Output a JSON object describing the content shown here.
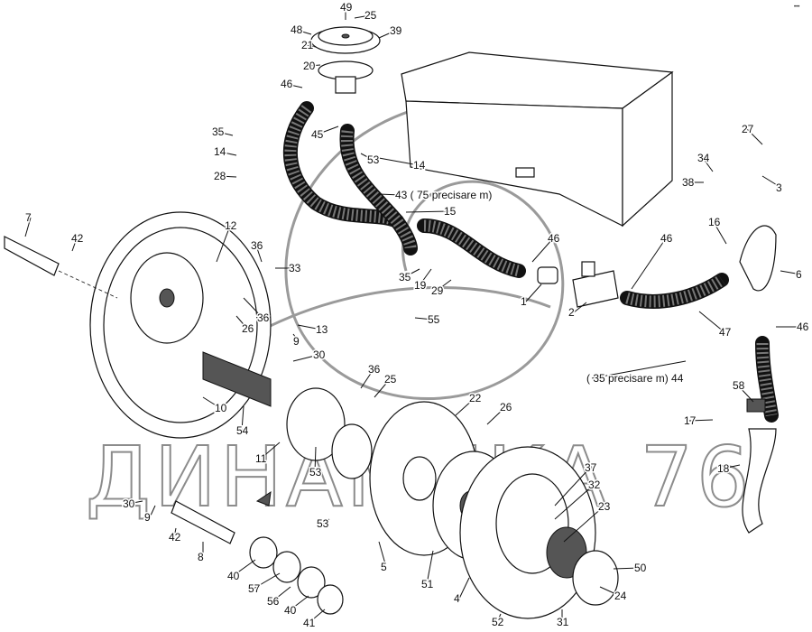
{
  "watermark": "ДИНАМИКА 76",
  "corner_mark": "•••",
  "callouts": [
    "49",
    "25",
    "39",
    "48",
    "21",
    "20",
    "46",
    "35",
    "45",
    "14",
    "53",
    "14",
    "28",
    "27",
    "34",
    "38",
    "3",
    "43 (  75 precisare m)",
    "15",
    "16",
    "7",
    "12",
    "42",
    "36",
    "33",
    "46",
    "46",
    "6",
    "35",
    "19",
    "29",
    "1",
    "2",
    "26",
    "36",
    "13",
    "9",
    "55",
    "47",
    "46",
    "30",
    "36",
    "25",
    "( 35 precisare m) 44",
    "58",
    "10",
    "22",
    "26",
    "17",
    "54",
    "11",
    "53",
    "18",
    "37",
    "32",
    "23",
    "30",
    "9",
    "42",
    "53",
    "8",
    "40",
    "57",
    "5",
    "51",
    "50",
    "24",
    "56",
    "40",
    "4",
    "41",
    "52",
    "31"
  ]
}
